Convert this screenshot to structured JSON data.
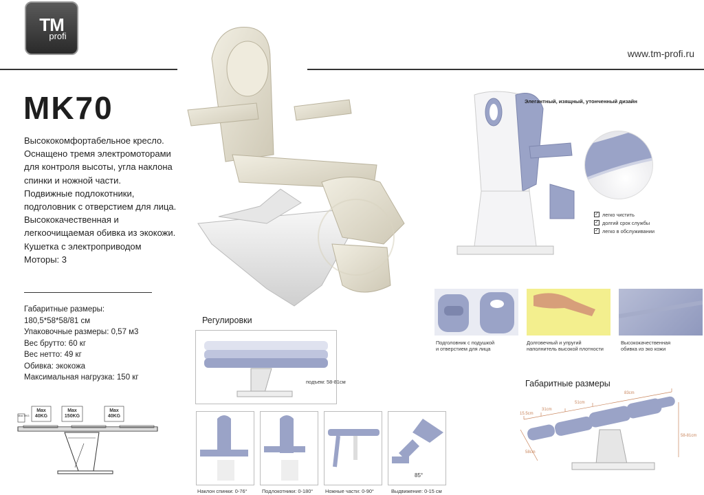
{
  "brand": {
    "logo_top": "TM",
    "logo_bottom": "profi",
    "website": "www.tm-profi.ru"
  },
  "product": {
    "model": "MK70",
    "description_lines": [
      "Высококомфортабельное кресло.",
      "Оснащено тремя  электромоторами",
      "для контроля высоты, угла наклона",
      "спинки и ножной части.",
      "Подвижные подлокотники,",
      "подголовник с отверстием для лица.",
      "Высококачественная и",
      "легкоочищаемая обивка из экокожи.",
      "Кушетка с электроприводом",
      "Моторы: 3"
    ],
    "spec_lines": [
      "Габаритные размеры:",
      "180,5*58*58/81 см",
      "Упаковочные размеры:  0,57 м3",
      "Вес брутто: 60 кг",
      "Вес нетто: 49 кг",
      "Обивка: экокожа",
      "Максимальная нагрузка: 150 кг"
    ]
  },
  "load_diagram": {
    "labels": [
      "Max 5KG",
      "Max 40KG",
      "Max 150KG",
      "Max 40KG"
    ]
  },
  "design": {
    "heading": "Элегантный, изящный, утонченный дизайн",
    "features": [
      "легко чистить",
      "долгий срок службы",
      "легко в обслуживании"
    ]
  },
  "details": [
    {
      "caption_l1": "Подголовник с подушкой",
      "caption_l2": "и отверстием для лица"
    },
    {
      "caption_l1": "Долговечный и упругий",
      "caption_l2": "наполнитель высокой плотности"
    },
    {
      "caption_l1": "Высококачественная",
      "caption_l2": "обивка из эко кожи"
    }
  ],
  "adjustments": {
    "heading": "Регулировки",
    "lift_label": "подъем: 58-81см",
    "items": [
      {
        "caption": "Наклон спинки: 0-76°"
      },
      {
        "caption": "Подлокотники: 0-180°"
      },
      {
        "caption": "Ножные части: 0-90°"
      },
      {
        "caption": "Выдвижение: 0-15 см",
        "extra": "85°"
      }
    ]
  },
  "dimensions": {
    "heading": "Габаритные размеры",
    "labels": [
      "15.5cm",
      "31cm",
      "51cm",
      "83cm",
      "58cm",
      "58-81cm"
    ]
  },
  "colors": {
    "upholstery_lavender": "#9aa3c7",
    "upholstery_cream": "#e8e4d6",
    "base_white": "#f2f2f2",
    "rule_dark": "#333333"
  }
}
